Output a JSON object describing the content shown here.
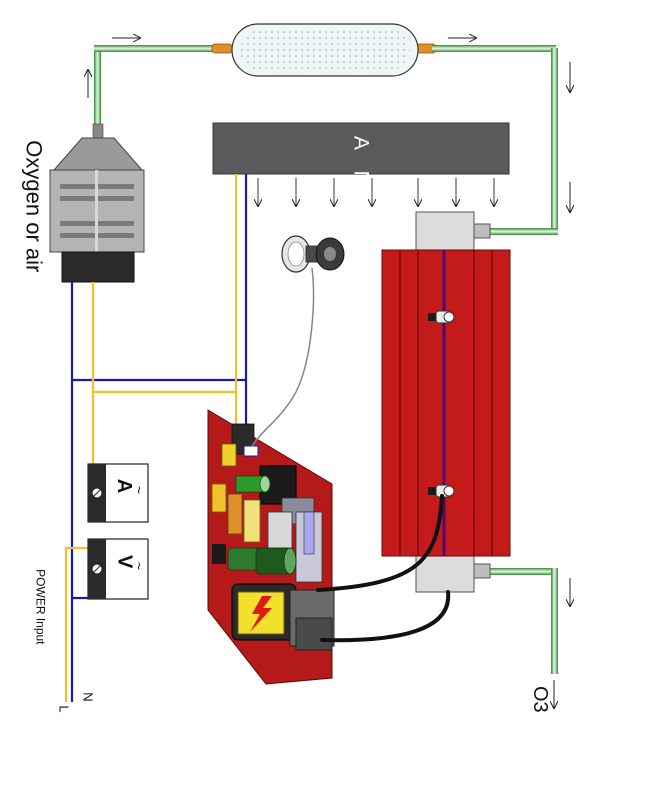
{
  "labels": {
    "fan": "F A N",
    "oxygen_source": "Oxygen or air",
    "output_gas": "O3",
    "power_input": "POWER Input",
    "neutral": "N",
    "live": "L"
  },
  "meters": {
    "ammeter": {
      "letter": "A",
      "symbol": "~"
    },
    "voltmeter": {
      "letter": "V",
      "symbol": "~"
    }
  },
  "colors": {
    "wire_blue": "#1a1ab0",
    "wire_yellow": "#f2c02a",
    "tube_green": "#3a9a3a",
    "ozone_cell_red": "#c41a1a",
    "circuit_board_red": "#b51a1a",
    "fan_body": "#5a5a5a"
  }
}
